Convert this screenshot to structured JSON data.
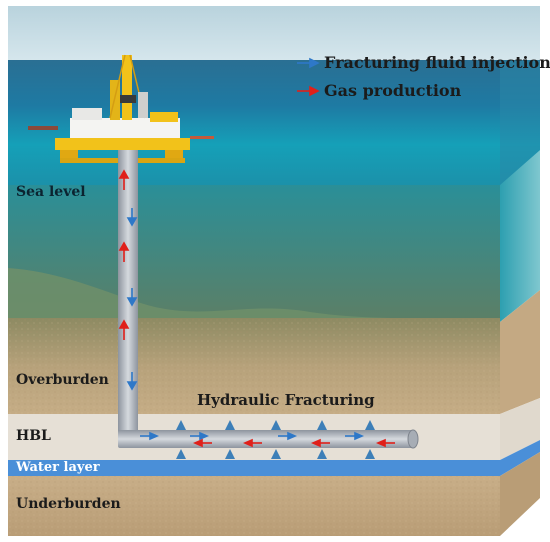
{
  "legend": {
    "injection": "Fracturing fluid injection",
    "production": "Gas production"
  },
  "labels": {
    "sea_level": "Sea level",
    "overburden": "Overburden",
    "hbl": "HBL",
    "water_layer": "Water layer",
    "underburden": "Underburden",
    "hydraulic_fracturing": "Hydraulic Fracturing"
  },
  "colors": {
    "injection_arrow": "#2e78c8",
    "production_arrow": "#e0201a",
    "sea_top": "#1f6d95",
    "sea_deep": "#159cb5",
    "seabed": "#c2a882",
    "hbl": "#e8e2d8",
    "water_layer": "#4a8fd8",
    "platform": "#f2c21a",
    "pipe": "#b9bec6",
    "fracture": "#3d7fb8"
  }
}
